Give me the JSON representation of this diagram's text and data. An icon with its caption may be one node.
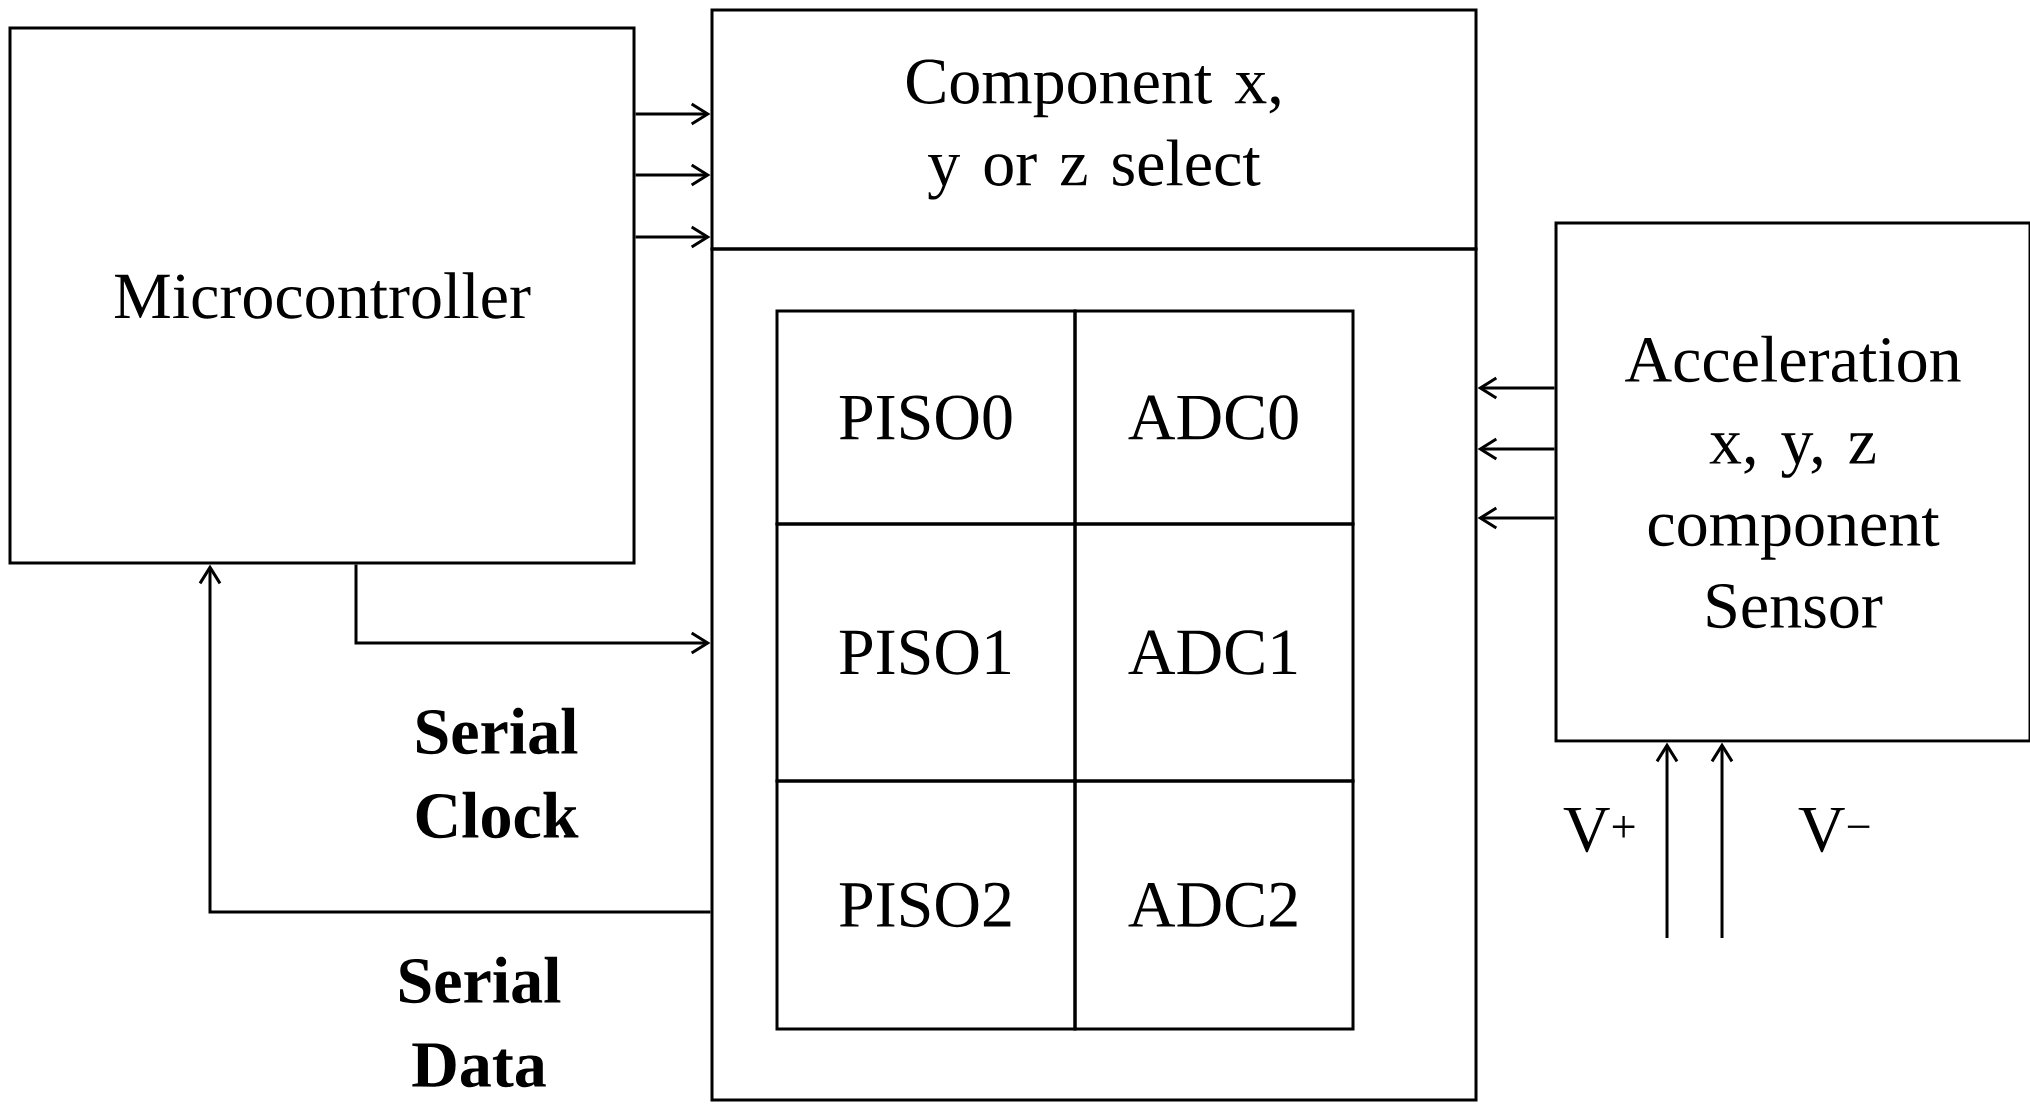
{
  "diagram": {
    "nodes": [
      {
        "text": [
          "Microcontroller"
        ]
      },
      {
        "text": [
          "Component x, y or z select"
        ]
      },
      {
        "text": [],
        "shape": "box"
      },
      {
        "text": [
          "PISO0"
        ],
        "in": 2
      },
      {
        "text": [
          "ADC0"
        ],
        "in": 2
      },
      {
        "text": [
          "PISO1"
        ],
        "in": 2
      },
      {
        "text": [
          "ADC1"
        ],
        "in": 2
      },
      {
        "text": [
          "PISO2"
        ],
        "in": 2
      },
      {
        "text": [
          "ADC2"
        ],
        "in": 2
      },
      {
        "text": [
          "Acceleration x, y, z component Sensor"
        ]
      }
    ],
    "edges": [
      {
        "from": 0,
        "to": 1,
        "arrow": "to"
      },
      {
        "from": 0,
        "to": 1,
        "arrow": "to"
      },
      {
        "from": 0,
        "to": 1,
        "arrow": "to"
      },
      {
        "from": 9,
        "to": 2,
        "arrow": "to"
      },
      {
        "from": 9,
        "to": 2,
        "arrow": "to"
      },
      {
        "from": 9,
        "to": 2,
        "arrow": "to"
      },
      {
        "from": 0,
        "to": 2,
        "arrow": "to",
        "label": "Serial Clock"
      },
      {
        "from": 2,
        "to": 0,
        "arrow": "to",
        "label": "Serial Data"
      },
      {
        "from": null,
        "to": 9,
        "arrow": "to",
        "label": "V$^{+}$"
      },
      {
        "from": null,
        "to": 9,
        "arrow": "to",
        "label": "V$^{−}$"
      }
    ]
  }
}
